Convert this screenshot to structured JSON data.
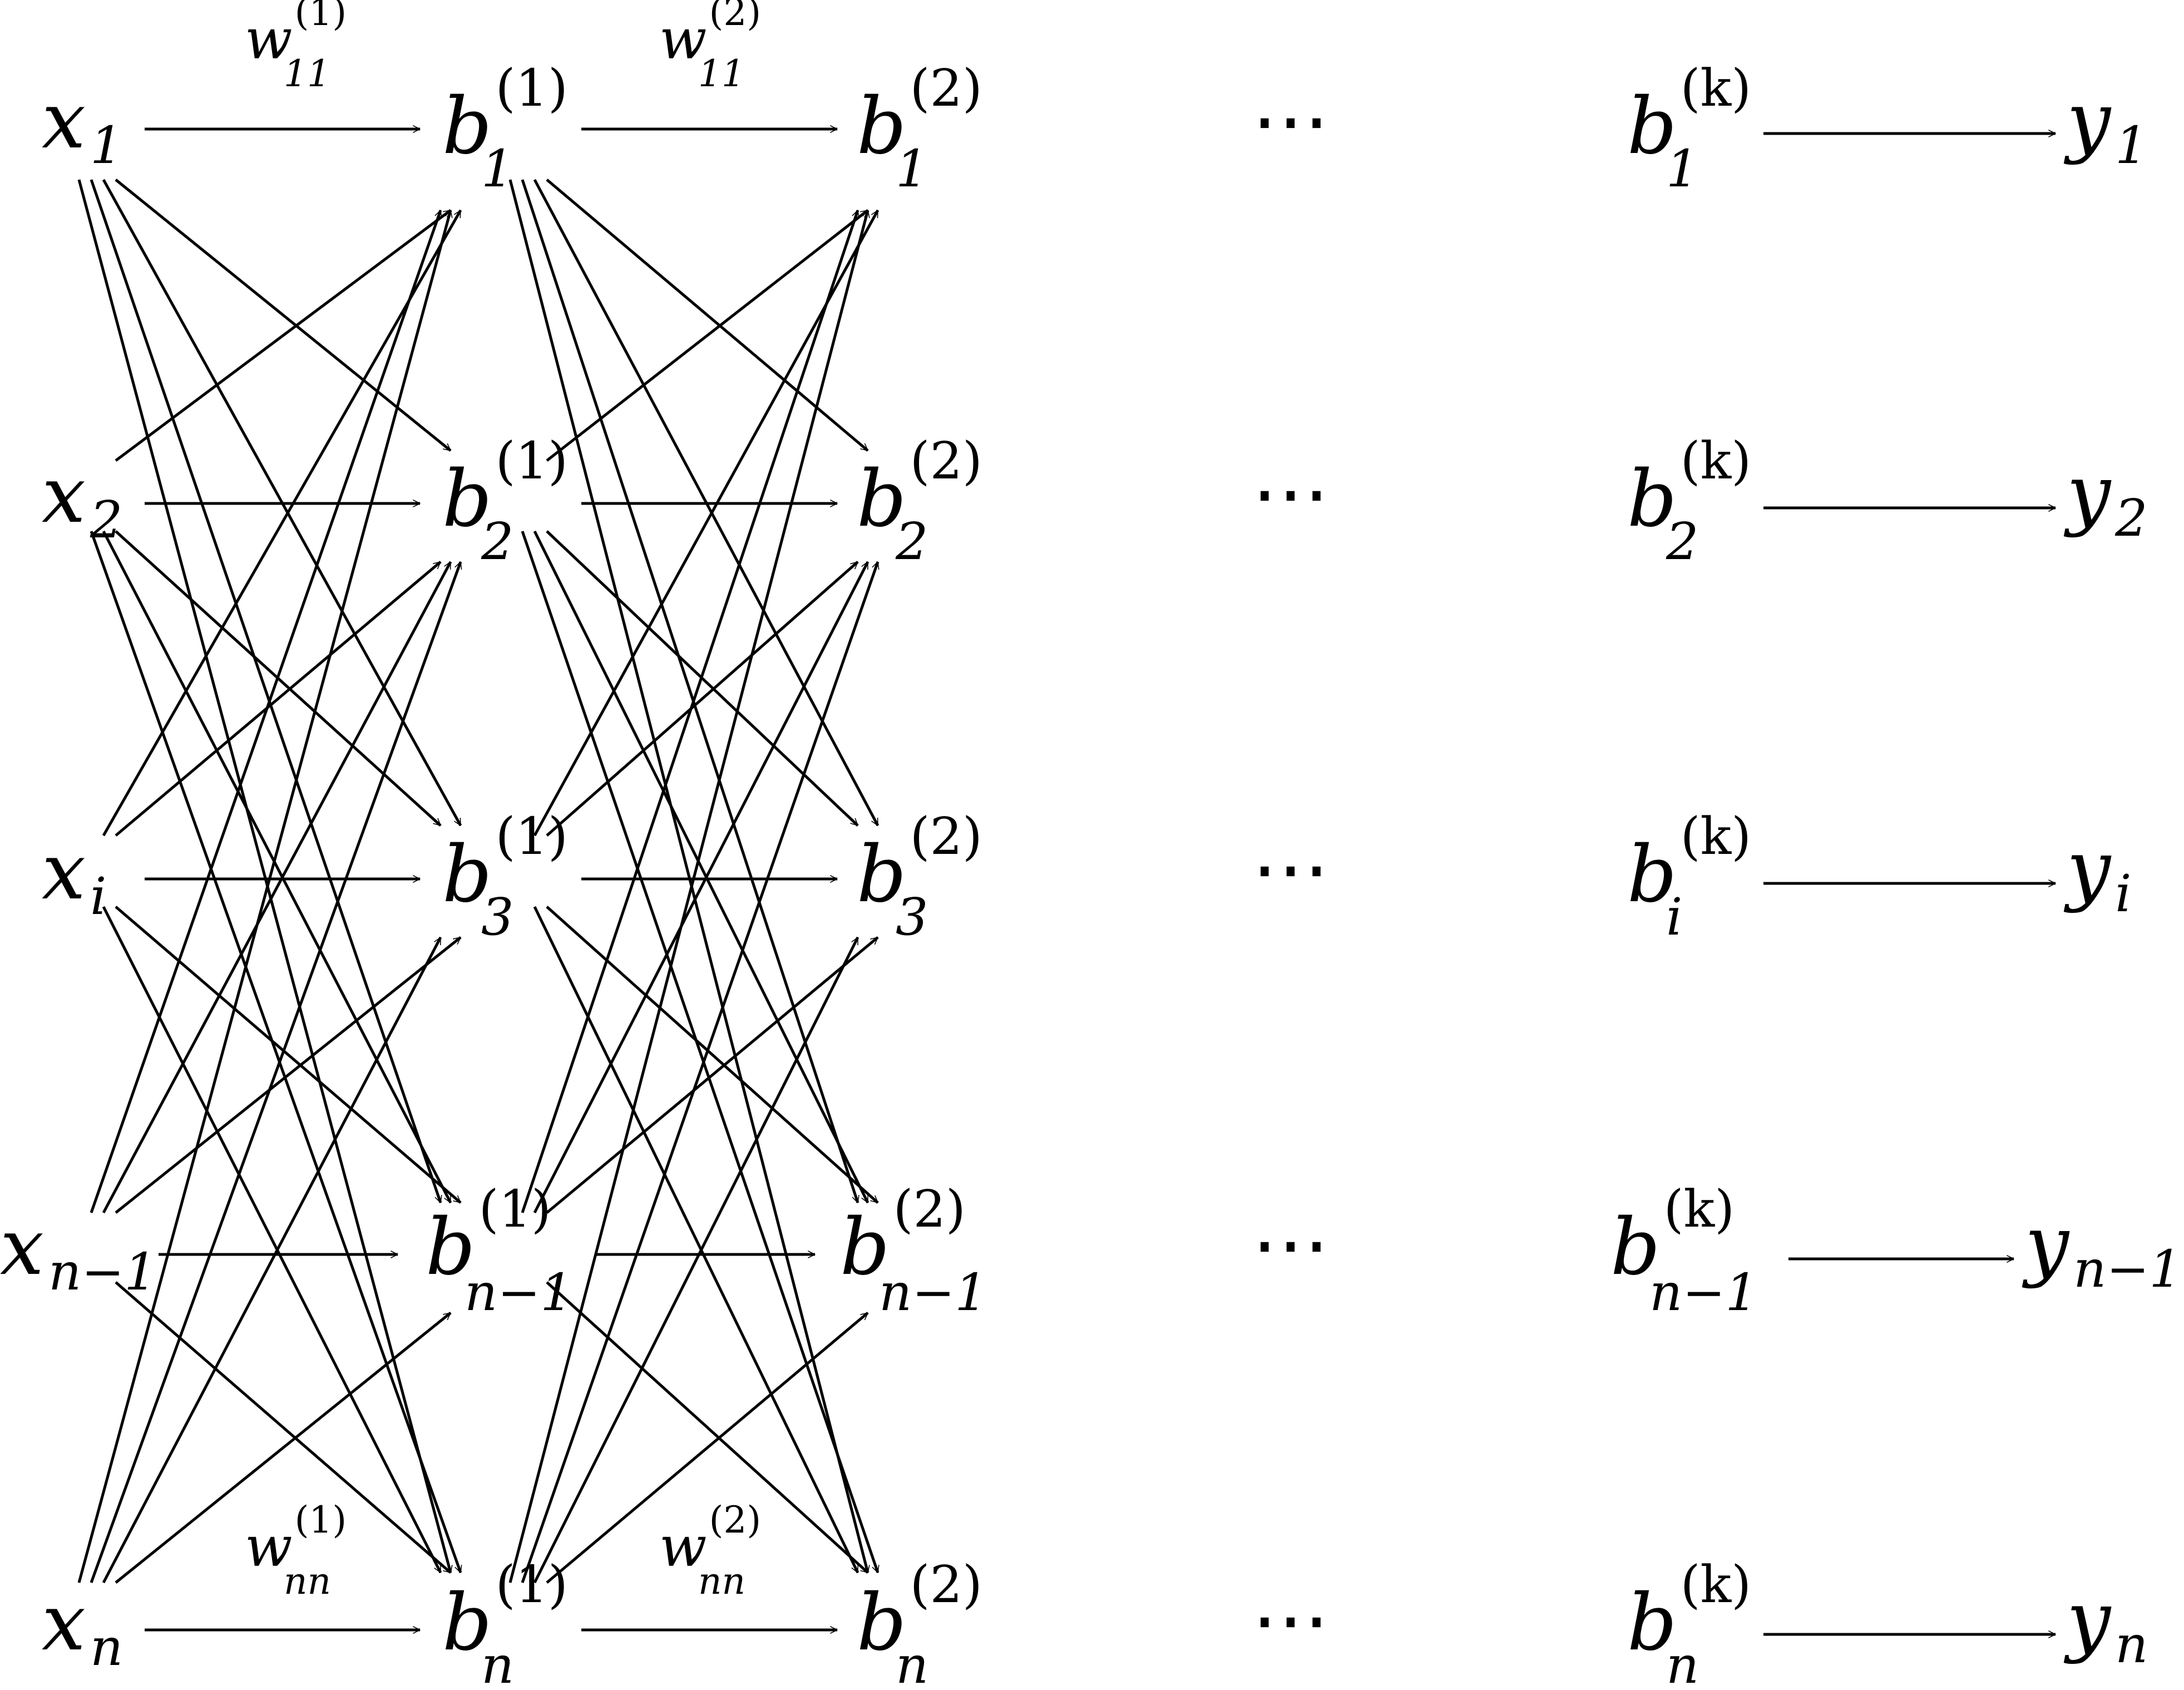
{
  "inputs": [
    {
      "base": "x",
      "sub": "1"
    },
    {
      "base": "x",
      "sub": "2"
    },
    {
      "base": "x",
      "sub": "i"
    },
    {
      "base": "x",
      "sub": "n−1"
    },
    {
      "base": "x",
      "sub": "n"
    }
  ],
  "layer1": [
    {
      "base": "b",
      "sub": "1",
      "sup": "(1)"
    },
    {
      "base": "b",
      "sub": "2",
      "sup": "(1)"
    },
    {
      "base": "b",
      "sub": "3",
      "sup": "(1)"
    },
    {
      "base": "b",
      "sub": "n−1",
      "sup": "(1)"
    },
    {
      "base": "b",
      "sub": "n",
      "sup": "(1)"
    }
  ],
  "layer2": [
    {
      "base": "b",
      "sub": "1",
      "sup": "(2)"
    },
    {
      "base": "b",
      "sub": "2",
      "sup": "(2)"
    },
    {
      "base": "b",
      "sub": "3",
      "sup": "(2)"
    },
    {
      "base": "b",
      "sub": "n−1",
      "sup": "(2)"
    },
    {
      "base": "b",
      "sub": "n",
      "sup": "(2)"
    }
  ],
  "ellipsis": "⋯",
  "layerk": [
    {
      "base": "b",
      "sub": "1",
      "sup": "(k)"
    },
    {
      "base": "b",
      "sub": "2",
      "sup": "(k)"
    },
    {
      "base": "b",
      "sub": "i",
      "sup": "(k)"
    },
    {
      "base": "b",
      "sub": "n−1",
      "sup": "(k)"
    },
    {
      "base": "b",
      "sub": "n",
      "sup": "(k)"
    }
  ],
  "outputs": [
    {
      "base": "y",
      "sub": "1"
    },
    {
      "base": "y",
      "sub": "2"
    },
    {
      "base": "y",
      "sub": "i"
    },
    {
      "base": "y",
      "sub": "n−1"
    },
    {
      "base": "y",
      "sub": "n"
    }
  ],
  "weights": {
    "w11_1": {
      "base": "w",
      "sub": "11",
      "sup": "(1)"
    },
    "w11_2": {
      "base": "w",
      "sub": "11",
      "sup": "(2)"
    },
    "wnn_1": {
      "base": "w",
      "sub": "nn",
      "sup": "(1)"
    },
    "wnn_2": {
      "base": "w",
      "sub": "nn",
      "sup": "(2)"
    }
  }
}
